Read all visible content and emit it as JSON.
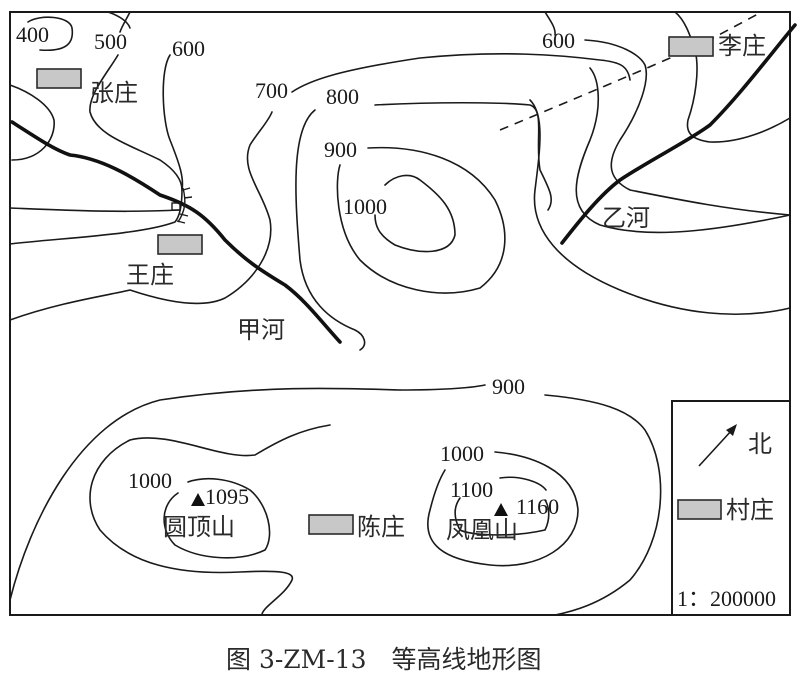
{
  "map": {
    "caption": "图 3-ZM-13　等高线地形图",
    "contour_labels": [
      {
        "id": "c400",
        "text": "400"
      },
      {
        "id": "c500",
        "text": "500"
      },
      {
        "id": "c600a",
        "text": "600"
      },
      {
        "id": "c700",
        "text": "700"
      },
      {
        "id": "c800",
        "text": "800"
      },
      {
        "id": "c900a",
        "text": "900"
      },
      {
        "id": "c1000a",
        "text": "1000"
      },
      {
        "id": "c600b",
        "text": "600"
      },
      {
        "id": "c900b",
        "text": "900"
      },
      {
        "id": "c1000b",
        "text": "1000"
      },
      {
        "id": "c1000c",
        "text": "1000"
      },
      {
        "id": "c1100",
        "text": "1100"
      }
    ],
    "villages": [
      {
        "id": "zhangzhuang",
        "name": "张庄"
      },
      {
        "id": "wangzhuang",
        "name": "王庄"
      },
      {
        "id": "lizhuang",
        "name": "李庄"
      },
      {
        "id": "chenzhuang",
        "name": "陈庄"
      }
    ],
    "rivers": [
      {
        "id": "jiahe",
        "name": "甲河"
      },
      {
        "id": "yihe",
        "name": "乙河"
      }
    ],
    "peaks": [
      {
        "id": "yuandingshan",
        "name": "圆顶山",
        "elevation": "1095"
      },
      {
        "id": "fenghuangshan",
        "name": "凤凰山",
        "elevation": "1160"
      }
    ],
    "legend": {
      "north_label": "北",
      "village_label": "村庄",
      "scale": "1：200000"
    }
  }
}
